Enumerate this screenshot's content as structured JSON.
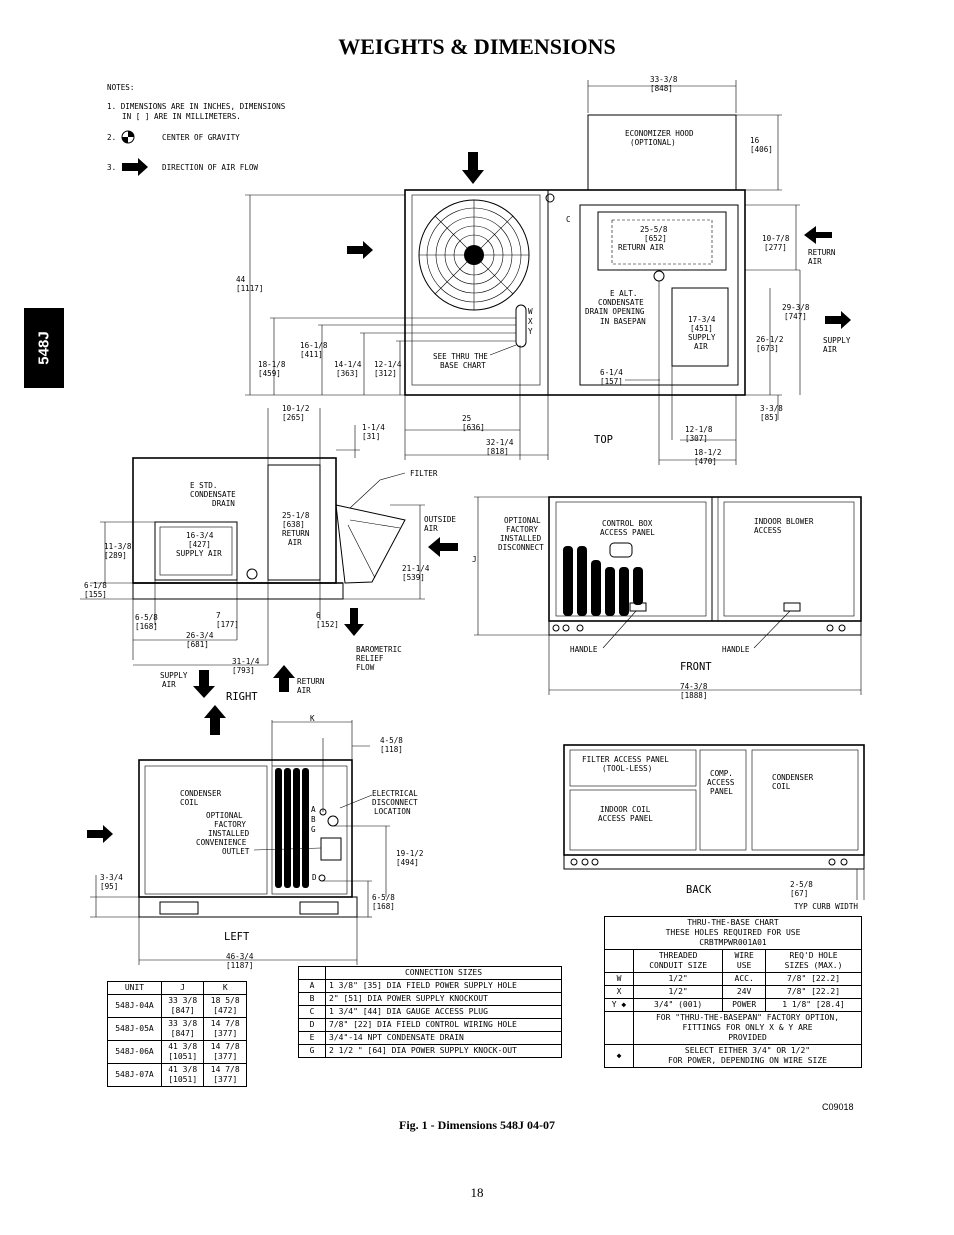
{
  "page": {
    "title": "WEIGHTS & DIMENSIONS",
    "side_tab": "548J",
    "caption": "Fig. 1 - Dimensions 548J 04-07",
    "figure_code": "C09018",
    "page_number": "18"
  },
  "notes": {
    "header": "NOTES:",
    "n1a": "1. DIMENSIONS ARE IN INCHES, DIMENSIONS",
    "n1b": "IN [ ] ARE IN MILLIMETERS.",
    "n2": "2.",
    "n2_text": "CENTER OF GRAVITY",
    "n3": "3.",
    "n3_text": "DIRECTION OF AIR FLOW"
  },
  "top_view": {
    "label": "TOP",
    "economizer_a": "ECONOMIZER HOOD",
    "economizer_b": "(OPTIONAL)",
    "d_33_3_8": "33-3/8",
    "m_848": "[848]",
    "d_16": "16",
    "m_406": "[406]",
    "d_10_7_8": "10-7/8",
    "m_277": "[277]",
    "return_air_a": "RETURN",
    "return_air_b": "AIR",
    "d_25_5_8": "25-5/8",
    "m_652": "[652]",
    "return_air_inner": "RETURN AIR",
    "alt_drain_a": "E ALT.",
    "alt_drain_b": "CONDENSATE",
    "alt_drain_c": "DRAIN OPENING",
    "alt_drain_d": "IN BASEPAN",
    "d_29_3_8": "29-3/8",
    "m_747": "[747]",
    "supply_air_a": "SUPPLY",
    "supply_air_b": "AIR",
    "d_17_3_4": "17-3/4",
    "m_451": "[451]",
    "supply_inner_a": "SUPPLY",
    "supply_inner_b": "AIR",
    "d_26_1_2": "26-1/2",
    "m_673": "[673]",
    "d_44": "44",
    "m_1117": "[1117]",
    "d_16_1_8": "16-1/8",
    "m_411": "[411]",
    "d_18_1_8": "18-1/8",
    "m_459": "[459]",
    "d_14_1_4": "14-1/4",
    "m_363": "[363]",
    "d_12_1_4": "12-1/4",
    "m_312": "[312]",
    "see_chart_a": "SEE THRU THE",
    "see_chart_b": "BASE CHART",
    "d_6_1_4": "6-1/4",
    "m_157": "[157]",
    "d_3_3_8": "3-3/8",
    "m_85": "[85]",
    "d_25": "25",
    "m_636": "[636]",
    "d_32_1_4": "32-1/4",
    "m_818": "[818]",
    "d_12_1_8": "12-1/8",
    "m_307": "[307]",
    "d_18_1_2": "18-1/2",
    "m_470": "[470]",
    "w": "W",
    "x": "X",
    "y": "Y",
    "c": "C"
  },
  "right_view": {
    "label": "RIGHT",
    "d_10_1_2": "10-1/2",
    "m_265": "[265]",
    "d_1_1_4": "1-1/4",
    "m_31": "[31]",
    "filter": "FILTER",
    "std_drain_a": "E STD.",
    "std_drain_b": "CONDENSATE",
    "std_drain_c": "DRAIN",
    "d_25_1_8": "25-1/8",
    "m_638": "[638]",
    "return_a": "RETURN",
    "return_b": "AIR",
    "d_16_3_4": "16-3/4",
    "m_427": "[427]",
    "supply_inner": "SUPPLY AIR",
    "outside_a": "OUTSIDE",
    "outside_b": "AIR",
    "d_11_3_8": "11-3/8",
    "m_289": "[289]",
    "d_21_1_4": "21-1/4",
    "m_539": "[539]",
    "d_6_1_8": "6-1/8",
    "m_155": "[155]",
    "d_6_5_8": "6-5/8",
    "m_168": "[168]",
    "d_7": "7",
    "m_177": "[177]",
    "d_6": "6",
    "m_152": "[152]",
    "d_26_3_4": "26-3/4",
    "m_681": "[681]",
    "baro_a": "BAROMETRIC",
    "baro_b": "RELIEF",
    "baro_c": "FLOW",
    "d_31_1_4": "31-1/4",
    "m_793": "[793]",
    "supply_a": "SUPPLY",
    "supply_b": "AIR",
    "return_out_a": "RETURN",
    "return_out_b": "AIR"
  },
  "front_view": {
    "label": "FRONT",
    "opt_a": "OPTIONAL",
    "opt_b": "FACTORY",
    "opt_c": "INSTALLED",
    "opt_d": "DISCONNECT",
    "ctrl_a": "CONTROL BOX",
    "ctrl_b": "ACCESS PANEL",
    "blower_a": "INDOOR BLOWER",
    "blower_b": "ACCESS",
    "j": "J",
    "handle_l": "HANDLE",
    "handle_r": "HANDLE",
    "d_74_3_8": "74-3/8",
    "m_1888": "[1888]"
  },
  "left_view": {
    "label": "LEFT",
    "k": "K",
    "d_4_5_8": "4-5/8",
    "m_118": "[118]",
    "cond_a": "CONDENSER",
    "cond_b": "COIL",
    "outlet_a": "OPTIONAL",
    "outlet_b": "FACTORY",
    "outlet_c": "INSTALLED",
    "outlet_d": "CONVENIENCE",
    "outlet_e": "OUTLET",
    "elec_a": "ELECTRICAL",
    "elec_b": "DISCONNECT",
    "elec_c": "LOCATION",
    "a": "A",
    "b": "B",
    "g": "G",
    "d": "D",
    "d_19_1_2": "19-1/2",
    "m_494": "[494]",
    "d_3_3_4": "3-3/4",
    "m_95": "[95]",
    "d_6_5_8": "6-5/8",
    "m_168": "[168]",
    "d_46_3_4": "46-3/4",
    "m_1187": "[1187]"
  },
  "back_view": {
    "label": "BACK",
    "filter_a": "FILTER ACCESS PANEL",
    "filter_b": "(TOOL-LESS)",
    "comp_a": "COMP.",
    "comp_b": "ACCESS",
    "comp_c": "PANEL",
    "cond_a": "CONDENSER",
    "cond_b": "COIL",
    "coil_a": "INDOOR COIL",
    "coil_b": "ACCESS PANEL",
    "d_2_5_8": "2-5/8",
    "m_67": "[67]",
    "curb": "TYP CURB WIDTH"
  },
  "unit_table": {
    "headers": [
      "UNIT",
      "J",
      "K"
    ],
    "rows": [
      {
        "unit": "548J-04A",
        "j1": "33 3/8",
        "j2": "[847]",
        "k1": "18 5/8",
        "k2": "[472]"
      },
      {
        "unit": "548J-05A",
        "j1": "33 3/8",
        "j2": "[847]",
        "k1": "14 7/8",
        "k2": "[377]"
      },
      {
        "unit": "548J-06A",
        "j1": "41 3/8",
        "j2": "[1051]",
        "k1": "14 7/8",
        "k2": "[377]"
      },
      {
        "unit": "548J-07A",
        "j1": "41 3/8",
        "j2": "[1051]",
        "k1": "14 7/8",
        "k2": "[377]"
      }
    ]
  },
  "connection_table": {
    "header": "CONNECTION SIZES",
    "rows": [
      {
        "key": "A",
        "text": "1 3/8\" [35] DIA FIELD POWER SUPPLY HOLE"
      },
      {
        "key": "B",
        "text": "2\" [51] DIA POWER SUPPLY KNOCKOUT"
      },
      {
        "key": "C",
        "text": "1 3/4\" [44] DIA GAUGE ACCESS PLUG"
      },
      {
        "key": "D",
        "text": "7/8\" [22] DIA FIELD CONTROL WIRING HOLE"
      },
      {
        "key": "E",
        "text": "3/4\"-14 NPT CONDENSATE DRAIN"
      },
      {
        "key": "G",
        "text": "2 1/2 \" [64] DIA POWER SUPPLY KNOCK-OUT"
      }
    ]
  },
  "thru_base_table": {
    "title_a": "THRU-THE-BASE CHART",
    "title_b": "THESE HOLES REQUIRED FOR USE",
    "title_c": "CRBTMPWR001A01",
    "h_conduit_a": "THREADED",
    "h_conduit_b": "CONDUIT SIZE",
    "h_wire_a": "WIRE",
    "h_wire_b": "USE",
    "h_hole_a": "REQ'D HOLE",
    "h_hole_b": "SIZES (MAX.)",
    "rows": [
      {
        "key": "W",
        "conduit": "1/2\"",
        "wire": "ACC.",
        "hole": "7/8\" [22.2]"
      },
      {
        "key": "X",
        "conduit": "1/2\"",
        "wire": "24V",
        "hole": "7/8\" [22.2]"
      },
      {
        "key": "Y ◆",
        "conduit": "3/4\" (001)",
        "wire": "POWER",
        "hole": "1 1/8\" [28.4]"
      }
    ],
    "note_a": "FOR \"THRU-THE-BASEPAN\" FACTORY OPTION,",
    "note_b": "FITTINGS FOR ONLY X & Y ARE",
    "note_c": "PROVIDED",
    "diamond": "◆",
    "sel_a": "SELECT EITHER 3/4\" OR 1/2\"",
    "sel_b": "FOR POWER, DEPENDING ON WIRE SIZE"
  }
}
